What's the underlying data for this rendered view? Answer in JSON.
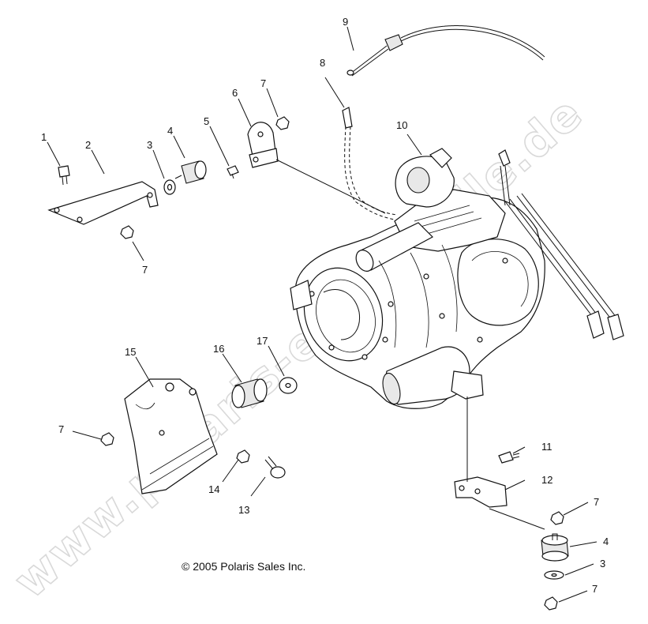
{
  "watermark": "www.polaris-ersatzteile.de",
  "copyright": "© 2005 Polaris Sales Inc.",
  "callouts": [
    {
      "id": "c1",
      "label": "1"
    },
    {
      "id": "c2",
      "label": "2"
    },
    {
      "id": "c3a",
      "label": "3"
    },
    {
      "id": "c4a",
      "label": "4"
    },
    {
      "id": "c5",
      "label": "5"
    },
    {
      "id": "c6",
      "label": "6"
    },
    {
      "id": "c7a",
      "label": "7"
    },
    {
      "id": "c7b",
      "label": "7"
    },
    {
      "id": "c8",
      "label": "8"
    },
    {
      "id": "c9",
      "label": "9"
    },
    {
      "id": "c10",
      "label": "10"
    },
    {
      "id": "c15",
      "label": "15"
    },
    {
      "id": "c16",
      "label": "16"
    },
    {
      "id": "c17",
      "label": "17"
    },
    {
      "id": "c7c",
      "label": "7"
    },
    {
      "id": "c14",
      "label": "14"
    },
    {
      "id": "c13",
      "label": "13"
    },
    {
      "id": "c11",
      "label": "11"
    },
    {
      "id": "c12",
      "label": "12"
    },
    {
      "id": "c7d",
      "label": "7"
    },
    {
      "id": "c4b",
      "label": "4"
    },
    {
      "id": "c3b",
      "label": "3"
    },
    {
      "id": "c7e",
      "label": "7"
    }
  ]
}
